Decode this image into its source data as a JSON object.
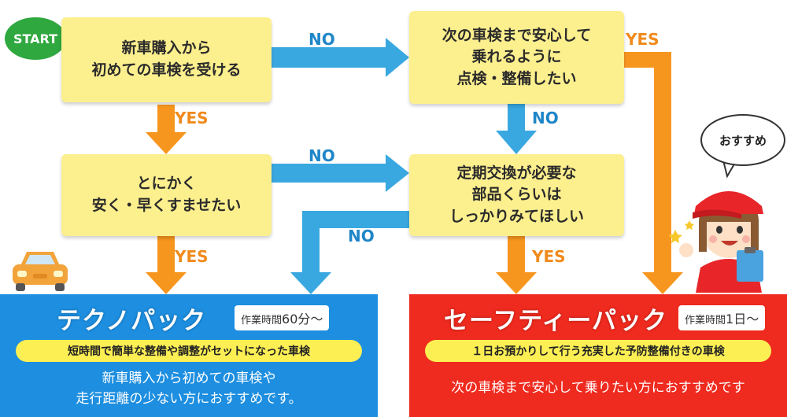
{
  "start": "START",
  "q1": "新車購入から\n初めての車検を受ける",
  "q2": "とにかく\n安く・早くすませたい",
  "q3": "次の車検まで安心して\n乗れるように\n点検・整備したい",
  "q4": "定期交換が必要な\n部品くらいは\nしっかりみてほしい",
  "labels": {
    "yes": "YES",
    "no": "NO"
  },
  "bubble": "おすすめ",
  "techno": {
    "name": "テクノパック",
    "time_prefix": "作業時間",
    "time_value": "60分〜",
    "tagline": "短時間で簡単な整備や調整がセットになった車検",
    "desc": "新車購入から初めての車検や\n走行距離の少ない方におすすめです。"
  },
  "safety": {
    "name": "セーフティーパック",
    "time_prefix": "作業時間",
    "time_value": "1日〜",
    "tagline": "１日お預かりして行う充実した予防整備付きの車検",
    "desc": "次の車検まで安心して乗りたい方におすすめです"
  },
  "colors": {
    "box": "#fcef8e",
    "arrow_no": "#3aa8e0",
    "arrow_yes": "#f7961f",
    "blue_panel": "#1d8ee0",
    "red_panel": "#ef2a1e",
    "start": "#2fa83f"
  }
}
